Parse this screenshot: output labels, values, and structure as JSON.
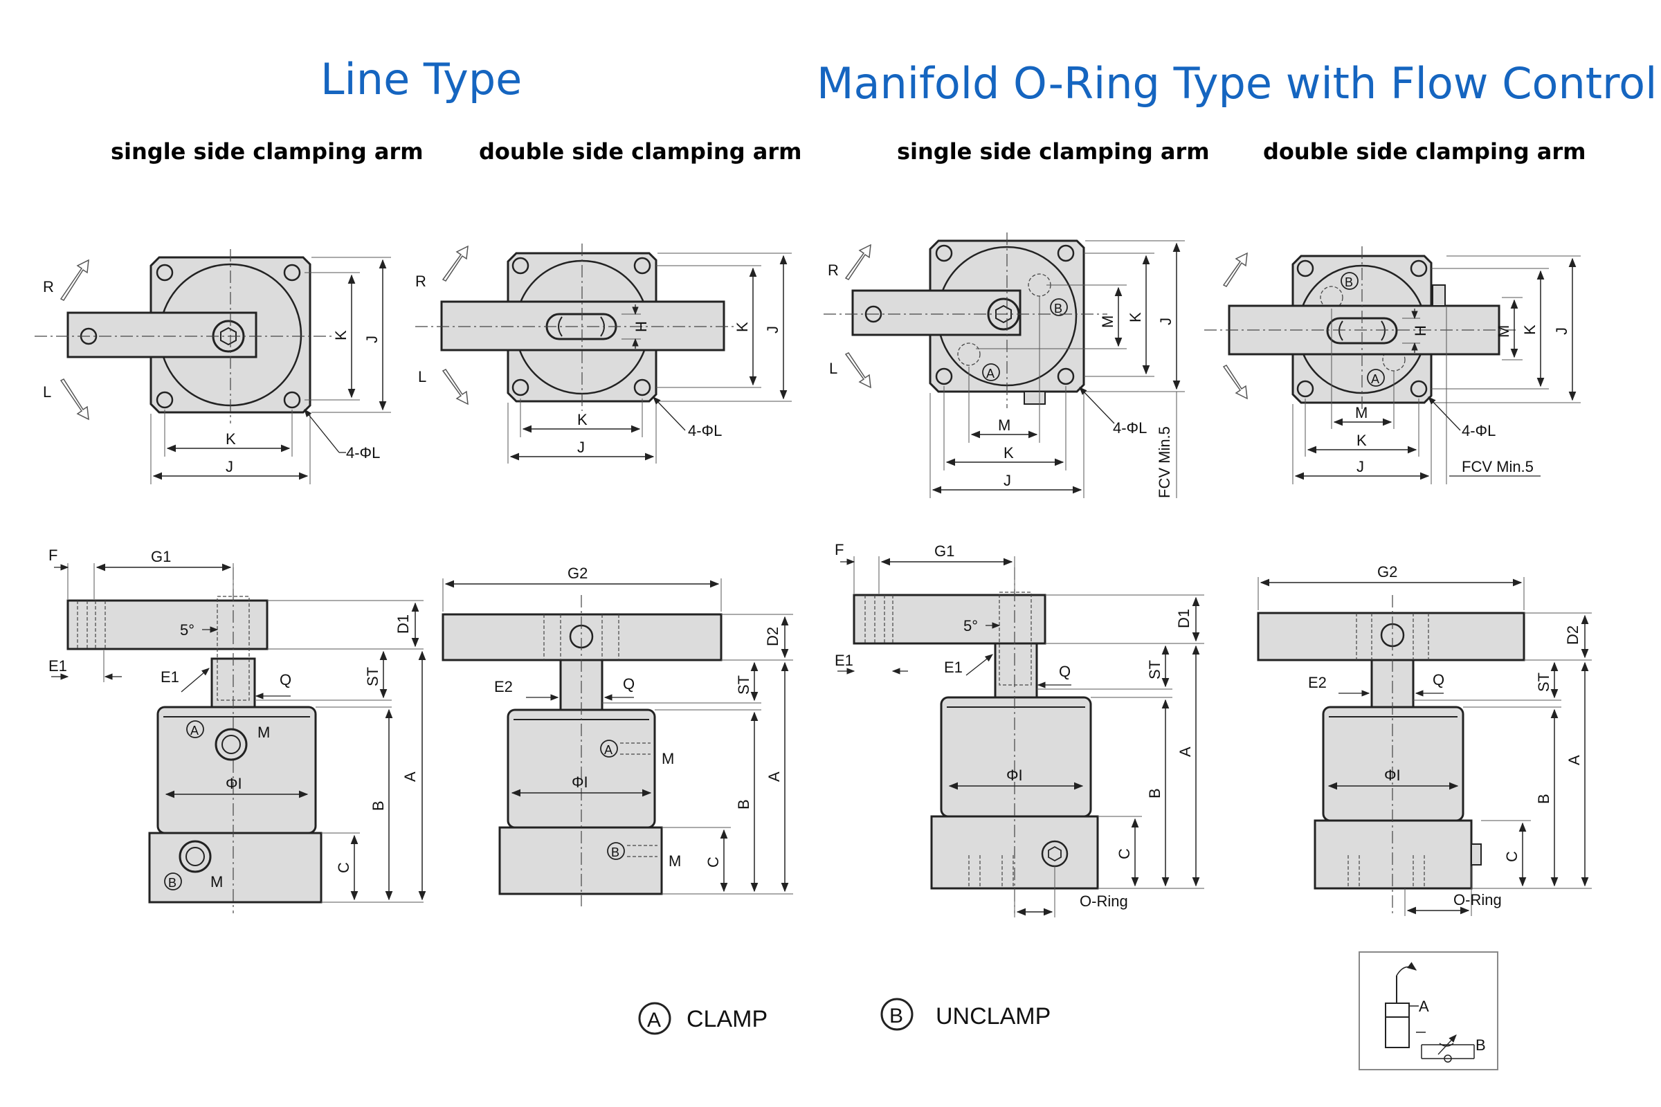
{
  "titles": {
    "line_type": "Line Type",
    "manifold_type": "Manifold O-Ring Type with Flow Control"
  },
  "subtitles": {
    "s1": "single side clamping arm",
    "s2": "double side clamping arm",
    "s3": "single side clamping arm",
    "s4": "double side clamping arm"
  },
  "labels": {
    "R": "R",
    "L": "L",
    "K": "K",
    "J": "J",
    "H": "H",
    "M": "M",
    "hole": "4-ΦL",
    "fcv": "FCV Min.5",
    "A": "A",
    "B": "B",
    "C": "C",
    "D1": "D1",
    "D2": "D2",
    "ST": "ST",
    "F": "F",
    "G1": "G1",
    "G2": "G2",
    "E1": "E1",
    "E2": "E2",
    "Q": "Q",
    "phiI": "ΦI",
    "deg": "5°",
    "oring": "O-Ring",
    "port_a": "A",
    "port_b": "B"
  },
  "legend": {
    "clamp_symbol": "A",
    "clamp": "CLAMP",
    "unclamp_symbol": "B",
    "unclamp": "UNCLAMP"
  },
  "schematic": {
    "a": "A",
    "b": "B"
  },
  "colors": {
    "title": "#1565c0",
    "body_fill": "#dcdcdc",
    "line": "#222222"
  }
}
